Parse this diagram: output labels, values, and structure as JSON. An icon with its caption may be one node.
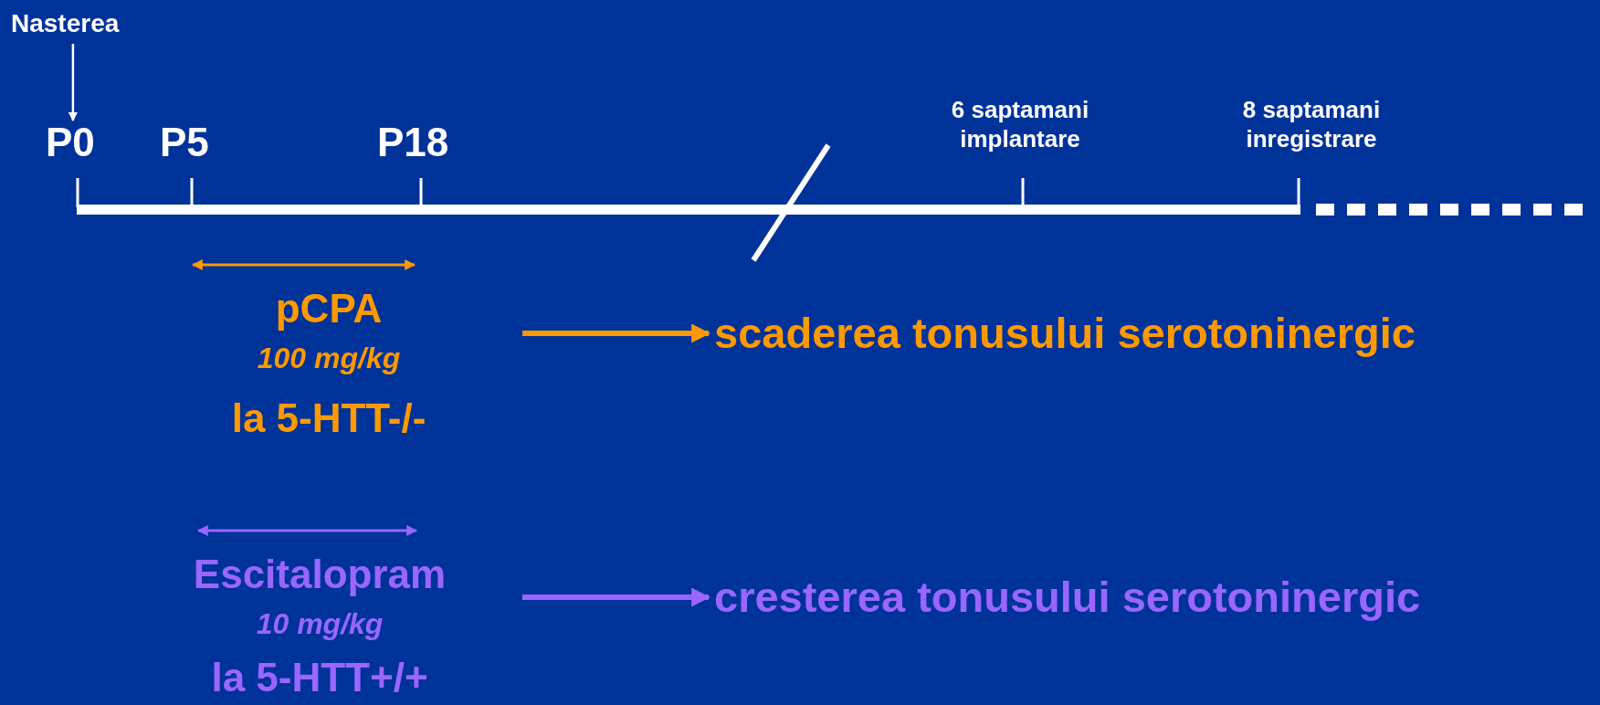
{
  "diagram": {
    "nodes": [
      {
        "text": [
          "Nasterea"
        ]
      },
      {
        "text": [
          "P0"
        ]
      },
      {
        "text": [
          "pCPA",
          "100 mg/kg",
          "la 5-HTT-/-"
        ]
      },
      {
        "text": [
          "scaderea tonusului serotoninergic"
        ]
      },
      {
        "text": [
          "Escitalopram",
          "10 mg/kg",
          "la 5-HTT+/+"
        ]
      },
      {
        "text": [
          "cresterea tonusului serotoninergic"
        ]
      }
    ],
    "edges": [
      {
        "from": 0,
        "to": 1,
        "arrow": "to"
      },
      {
        "from": 2,
        "to": 3,
        "arrow": "to",
        "color": "#ff9900"
      },
      {
        "from": 4,
        "to": 5,
        "arrow": "to",
        "color": "#9966ff"
      }
    ],
    "labels": [
      "6 saptamani implantare",
      "8 saptamani inregistrare",
      "P5",
      "P18"
    ]
  }
}
